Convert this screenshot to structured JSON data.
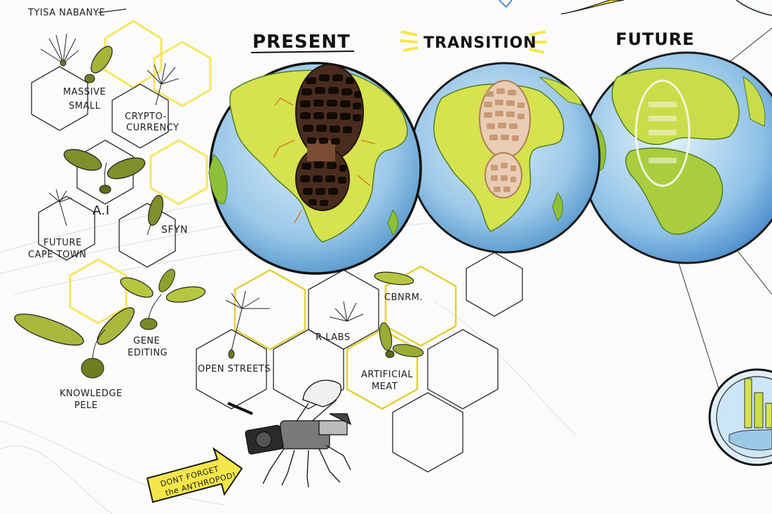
{
  "headings": {
    "present": "PRESENT",
    "transition": "TRANSITION",
    "future": "FUTURE"
  },
  "author": "TYISA NABANYE",
  "labels": {
    "massive_small_1": "MASSIVE",
    "massive_small_2": "SMALL",
    "crypto_1": "CRYPTO-",
    "crypto_2": "CURRENCY",
    "ai": "A.I",
    "sfyn": "SFYN",
    "future_cape_town_1": "FUTURE",
    "future_cape_town_2": "CAPE TOWN",
    "gene_editing_1": "GENE",
    "gene_editing_2": "EDITING",
    "knowledge_pele_1": "KNOWLEDGE",
    "knowledge_pele_2": "PELE",
    "open_streets": "OPEN STREETS",
    "r_labs": "R-LABS",
    "cbnrm": "CBNRM.",
    "artificial_meat_1": "ARTIFICIAL",
    "artificial_meat_2": "MEAT",
    "sign_1": "DONT FORGET",
    "sign_2": "the ANTHROPOD!"
  },
  "colors": {
    "ocean": "#9cc8e8",
    "land": "#c9dd4a",
    "land_dark": "#6fae3a",
    "yellow": "#f4e64a",
    "boot_dark": "#3a2418",
    "boot_light": "#c99a74",
    "leaf": "#7f8f2c",
    "ink": "#1d1d1d"
  },
  "icons": [
    "dandelion-icon",
    "seedling-icon",
    "globe-icon",
    "bootprint-icon",
    "anthropod-robot-icon",
    "arrow-sign-icon",
    "city-medallion-icon"
  ]
}
